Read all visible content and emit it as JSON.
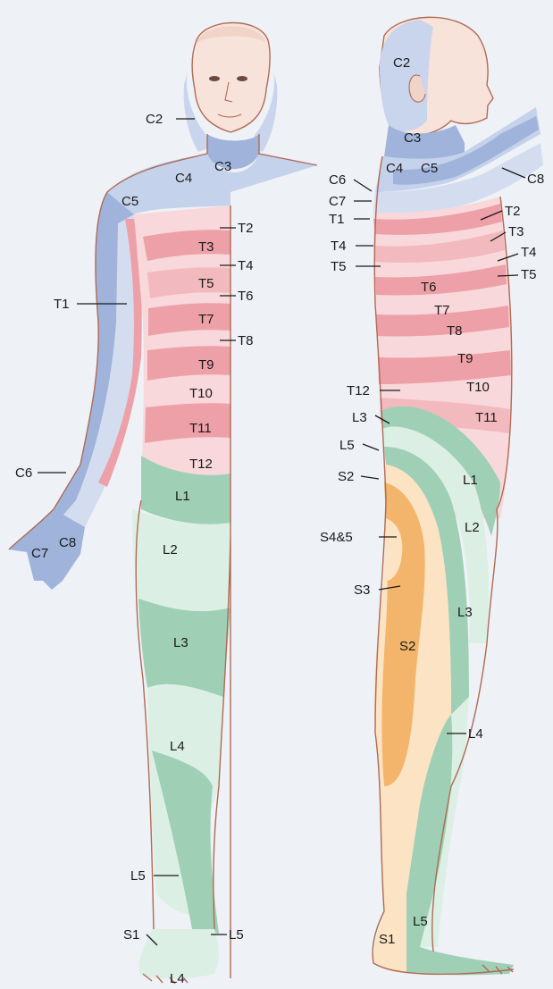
{
  "front_view": {
    "labels": {
      "c2": "C2",
      "c3": "C3",
      "c4": "C4",
      "c5": "C5",
      "t1": "T1",
      "t2": "T2",
      "t3": "T3",
      "t4": "T4",
      "t5": "T5",
      "t6": "T6",
      "t7": "T7",
      "t8": "T8",
      "t9": "T9",
      "t10": "T10",
      "t11": "T11",
      "t12": "T12",
      "c6": "C6",
      "c7": "C7",
      "c8": "C8",
      "l1": "L1",
      "l2": "L2",
      "l3": "L3",
      "l4": "L4",
      "l5": "L5",
      "s1": "S1",
      "l5_foot": "L5",
      "l4_toe": "L4"
    }
  },
  "side_view": {
    "labels": {
      "c2": "C2",
      "c3": "C3",
      "c4": "C4",
      "c5": "C5",
      "c6": "C6",
      "c7": "C7",
      "c8": "C8",
      "t1": "T1",
      "t2": "T2",
      "t3": "T3",
      "t4": "T4",
      "t5": "T5",
      "t4_back": "T4",
      "t5_back": "T5",
      "t6": "T6",
      "t7": "T7",
      "t8": "T8",
      "t9": "T9",
      "t10": "T10",
      "t11": "T11",
      "t12": "T12",
      "l3": "L3",
      "l5": "L5",
      "s2": "S2",
      "l1": "L1",
      "s4and5": "S4&5",
      "l2": "L2",
      "s3": "S3",
      "l3_leg": "L3",
      "s2_leg": "S2",
      "l4": "L4",
      "l5_leg": "L5",
      "s1": "S1"
    }
  },
  "colors": {
    "cervical": "#9fb3db",
    "cervical_light": "#d3ddef",
    "thoracic": "#eda0a8",
    "thoracic_light": "#f8d8da",
    "lumbar": "#9fd0b6",
    "lumbar_light": "#dcefe4",
    "sacral": "#f3b56b",
    "sacral_light": "#fbe3c4",
    "skin": "#f8e3da",
    "outline": "#b06b55"
  }
}
